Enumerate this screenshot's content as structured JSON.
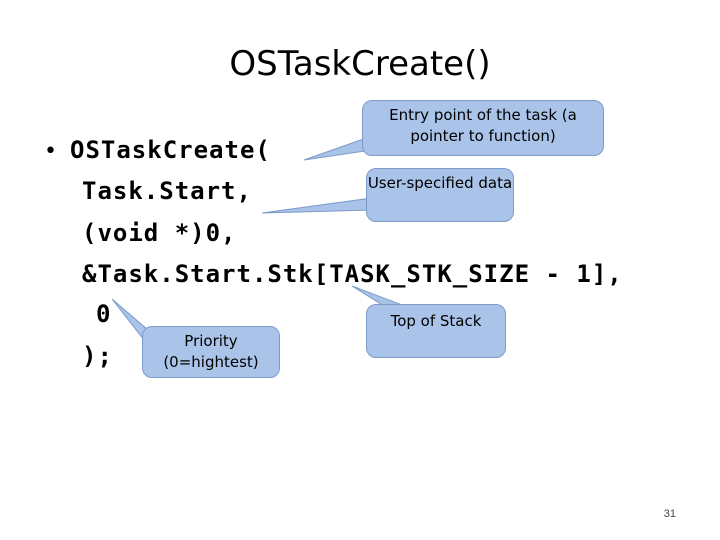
{
  "slide": {
    "title": "OSTaskCreate()",
    "code_lines": [
      "OSTaskCreate(",
      "Task.Start,",
      "(void *)0,",
      "&Task.Start.Stk[TASK_STK_SIZE - 1],",
      "0",
      ");"
    ],
    "callouts": {
      "entry_point": "Entry point of the task (a pointer to function)",
      "user_data": "User-specified data",
      "top_of_stack": "Top of Stack",
      "priority": "Priority (0=hightest)"
    },
    "page_number": "31",
    "colors": {
      "callout_fill": "#a9c3e9",
      "callout_border": "#7d9bc8"
    }
  }
}
